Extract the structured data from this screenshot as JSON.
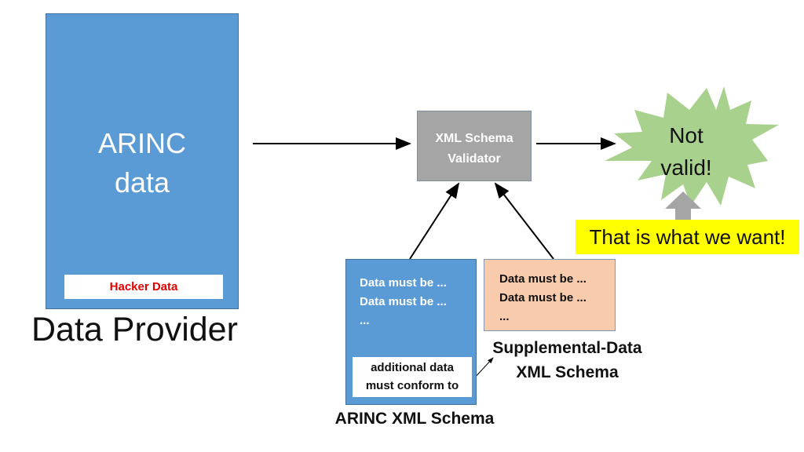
{
  "provider": {
    "title_line1": "ARINC",
    "title_line2": "data",
    "hacker_label": "Hacker Data",
    "label": "Data Provider"
  },
  "validator": {
    "line1": "XML Schema",
    "line2": "Validator"
  },
  "result": {
    "line1": "Not",
    "line2": "valid!",
    "callout": "That is what we want!"
  },
  "arinc_schema": {
    "lines": [
      "Data must be ...",
      "Data must be ...",
      "..."
    ],
    "note_line1": "additional data",
    "note_line2": "must conform to",
    "label": "ARINC XML Schema"
  },
  "supplemental_schema": {
    "lines": [
      "Data must be ...",
      "Data must be ...",
      "..."
    ],
    "label_line1": "Supplemental-Data",
    "label_line2": "XML Schema"
  },
  "colors": {
    "blue": "#5b9bd5",
    "gray": "#a5a5a5",
    "peach": "#f8cbad",
    "green": "#a9d18e",
    "yellow": "#ffff00",
    "red": "#e00000"
  }
}
